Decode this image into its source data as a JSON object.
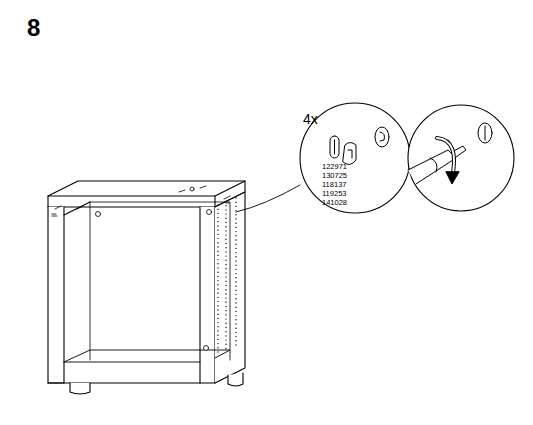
{
  "diagram": {
    "labels": [
      "8",
      "4x",
      "122971",
      "130725",
      "118137",
      "119253",
      "141028"
    ]
  }
}
